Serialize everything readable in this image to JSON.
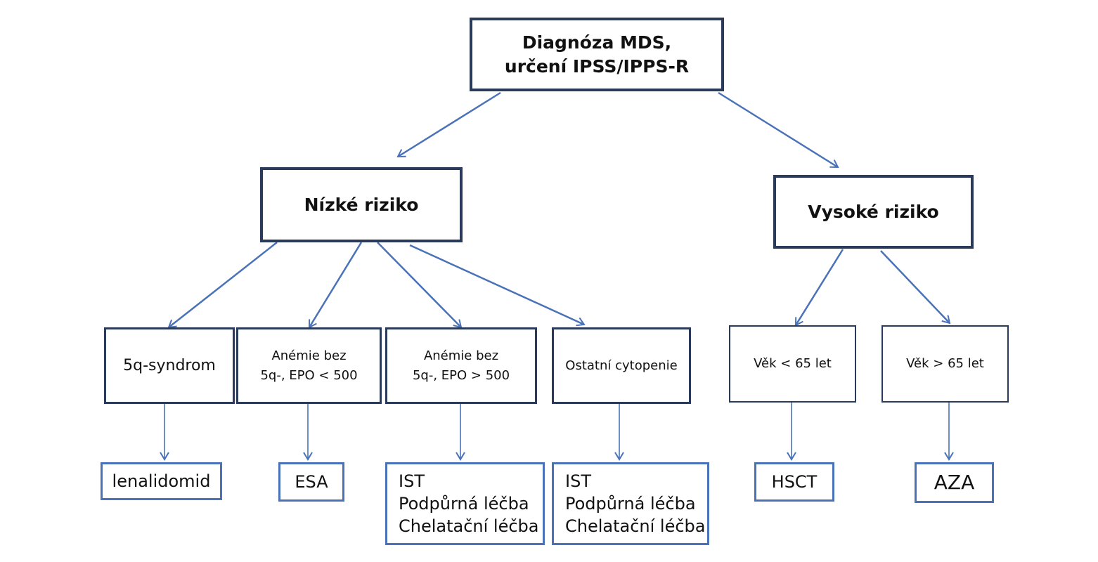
{
  "root": {
    "label": "Diagnóza MDS,\nurčení IPSS/IPPS-R"
  },
  "risk": {
    "low": {
      "label": "Nízké riziko"
    },
    "high": {
      "label": "Vysoké riziko"
    }
  },
  "conditions": {
    "syndrome_5q": {
      "label": "5q-syndrom"
    },
    "anemia_epo_low": {
      "label": "Anémie bez\n5q-, EPO < 500"
    },
    "anemia_epo_high": {
      "label": "Anémie bez\n5q-, EPO > 500"
    },
    "other_cytopenia": {
      "label": "Ostatní cytopenie"
    },
    "age_under_65": {
      "label": "Věk < 65 let"
    },
    "age_over_65": {
      "label": "Věk > 65 let"
    }
  },
  "treatments": {
    "lenalidomid": {
      "label": "lenalidomid"
    },
    "esa": {
      "label": "ESA"
    },
    "ist_a": {
      "label": "IST\nPodpůrná léčba\nChelatační léčba"
    },
    "ist_b": {
      "label": "IST\nPodpůrná léčba\nChelatační léčba"
    },
    "hsct": {
      "label": "HSCT"
    },
    "aza": {
      "label": "AZA"
    }
  },
  "colors": {
    "arrow": "#4a72b8",
    "box_border": "#2a3a5a",
    "treatment_border": "#4a72b8"
  }
}
